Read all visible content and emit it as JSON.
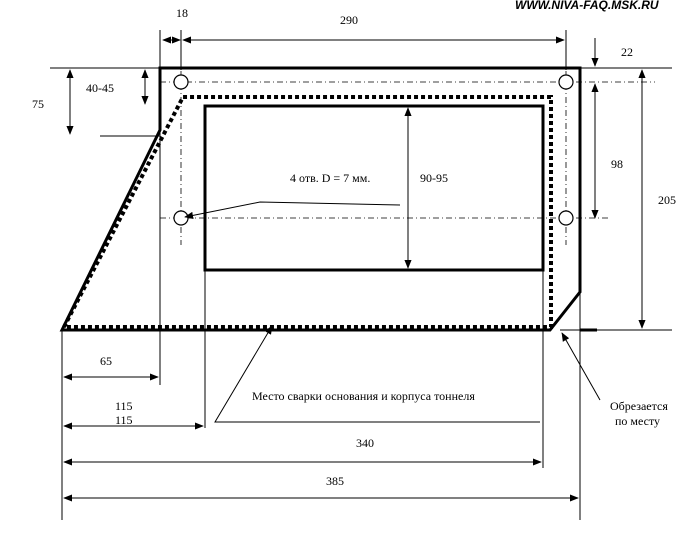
{
  "website": "WWW.NIVA-FAQ.MSK.RU",
  "dimensions": {
    "d18": "18",
    "d290": "290",
    "d22": "22",
    "d40_45": "40-45",
    "d75": "75",
    "d98": "98",
    "d205": "205",
    "d90_95": "90-95",
    "d65": "65",
    "d115a": "115",
    "d115b": "115",
    "d340": "340",
    "d385": "385"
  },
  "notes": {
    "holes": "4 отв. D = 7 мм.",
    "weld": "Место сварки основания и корпуса тоннеля",
    "trim_line1": "Обрезается",
    "trim_line2": "по месту"
  }
}
